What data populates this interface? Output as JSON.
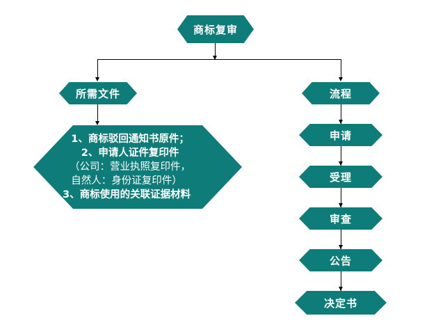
{
  "theme": {
    "node_fill": "#0E7C78",
    "node_text": "#FFFFFF",
    "connector": "#000000",
    "background": "#FFFFFF"
  },
  "diagram": {
    "type": "flowchart",
    "root": {
      "id": "trademark-review",
      "label": "商标复审"
    },
    "branches": [
      {
        "id": "required-documents",
        "header": "所需文件",
        "document_lines": [
          {
            "text": "1、商标驳回通知书原件；",
            "weight": "bold"
          },
          {
            "text": "2、申请人证件复印件",
            "weight": "bold"
          },
          {
            "text": "（公司：营业执照复印件，",
            "weight": "normal"
          },
          {
            "text": "自然人：身份证复印件）",
            "weight": "normal"
          },
          {
            "text": "3、商标使用的关联证据材料",
            "weight": "bold"
          }
        ]
      },
      {
        "id": "process",
        "header": "流程",
        "steps": [
          {
            "id": "application",
            "label": "申请"
          },
          {
            "id": "acceptance",
            "label": "受理"
          },
          {
            "id": "examination",
            "label": "审查"
          },
          {
            "id": "announcement",
            "label": "公告"
          },
          {
            "id": "decision",
            "label": "决定书"
          }
        ]
      }
    ]
  }
}
